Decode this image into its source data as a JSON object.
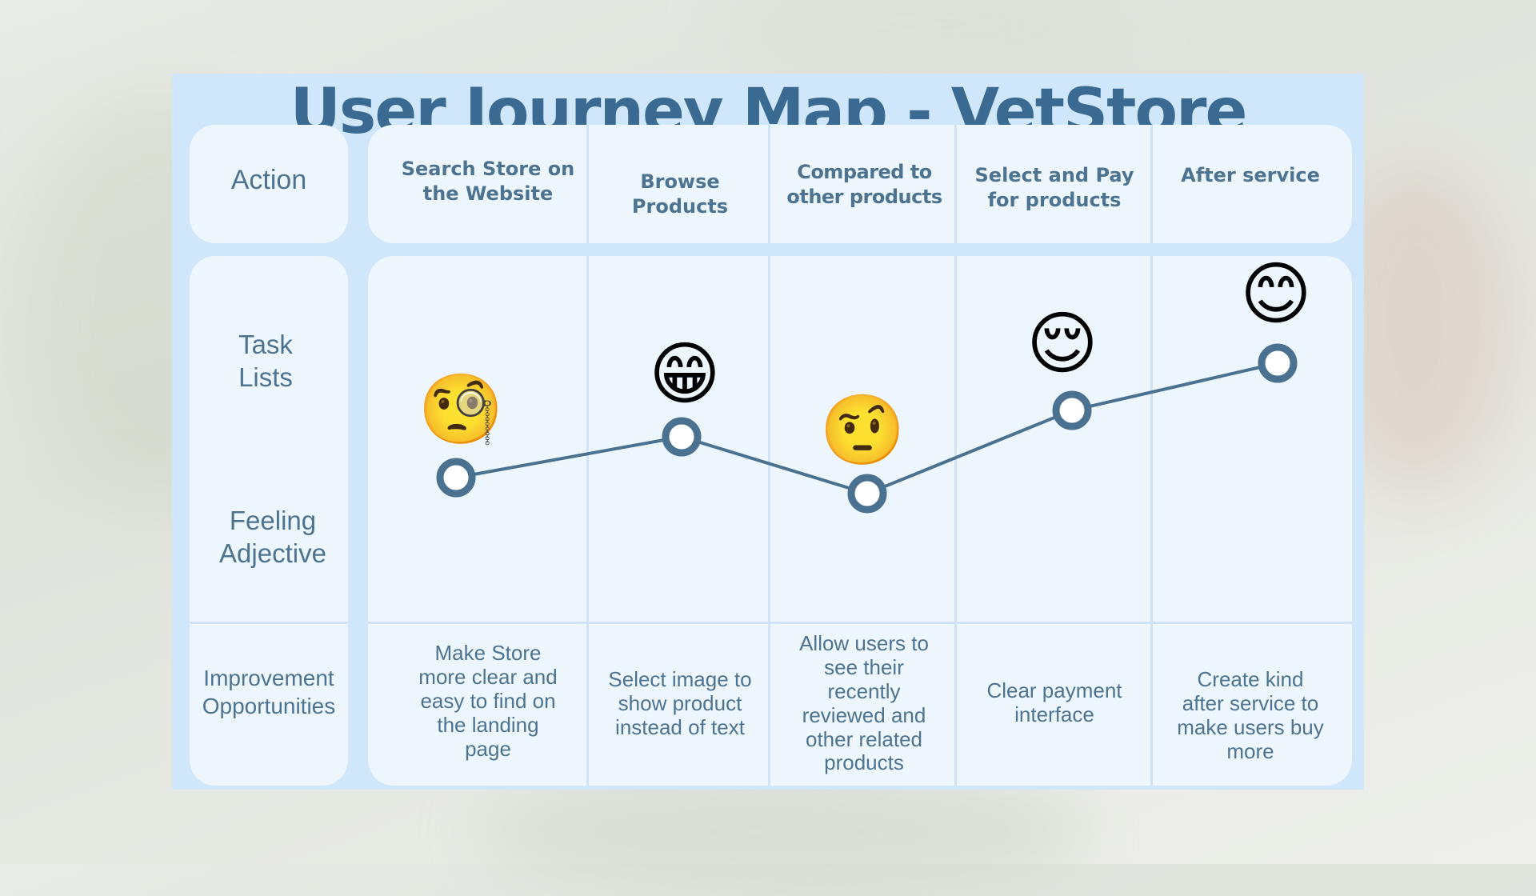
{
  "title": "User Journey Map - VetStore",
  "row_labels": {
    "action": "Action",
    "task_lists": "Task\nLists",
    "feeling": "Feeling\nAdjective",
    "improvement": "Improvement\nOpportunities"
  },
  "stages": [
    {
      "action": "Search Store on\nthe Website",
      "emoji": "🧐",
      "improvement": "Make Store\nmore clear and\neasy to find on\nthe landing\npage"
    },
    {
      "action": "Browse\nProducts",
      "emoji": "😁",
      "improvement": "Select image to\nshow product\ninstead of text"
    },
    {
      "action": "Compared to\nother products",
      "emoji": "🤨",
      "improvement": "Allow users to\nsee their\nrecently\nreviewed and\nother related\nproducts"
    },
    {
      "action": "Select and Pay\nfor products",
      "emoji": "😌",
      "improvement": "Clear payment\ninterface"
    },
    {
      "action": "After service",
      "emoji": "😊",
      "improvement": "Create kind\nafter service to\nmake users buy\nmore"
    }
  ],
  "colors": {
    "title": "#3a6a92",
    "text": "#4d7391",
    "line": "#4b7190",
    "board": "#cfe6fb",
    "panel": "#eef6fd"
  }
}
